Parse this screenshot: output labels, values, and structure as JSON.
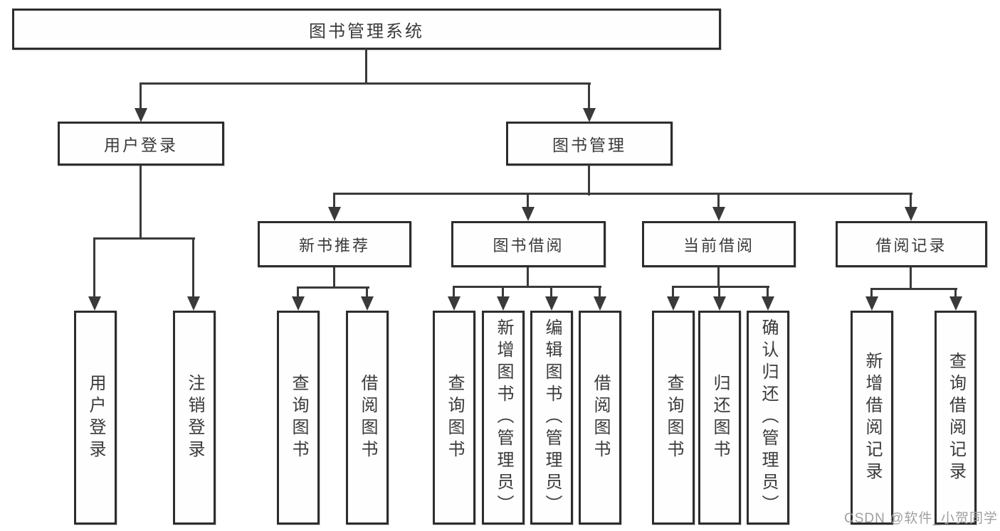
{
  "diagram": {
    "root": {
      "label": "图书管理系统"
    },
    "level2": [
      {
        "label": "用户登录",
        "parent": "图书管理系统"
      },
      {
        "label": "图书管理",
        "parent": "图书管理系统"
      }
    ],
    "level3": [
      {
        "label": "新书推荐",
        "parent": "图书管理"
      },
      {
        "label": "图书借阅",
        "parent": "图书管理"
      },
      {
        "label": "当前借阅",
        "parent": "图书管理"
      },
      {
        "label": "借阅记录",
        "parent": "图书管理"
      }
    ],
    "leaves": [
      {
        "label": "用户登录",
        "parent": "用户登录"
      },
      {
        "label": "注销登录",
        "parent": "用户登录"
      },
      {
        "label": "查询图书",
        "parent": "新书推荐"
      },
      {
        "label": "借阅图书",
        "parent": "新书推荐"
      },
      {
        "label": "查询图书",
        "parent": "图书借阅"
      },
      {
        "label": "新增图书（管理员）",
        "parent": "图书借阅"
      },
      {
        "label": "编辑图书（管理员）",
        "parent": "图书借阅"
      },
      {
        "label": "借阅图书",
        "parent": "图书借阅"
      },
      {
        "label": "查询图书",
        "parent": "当前借阅"
      },
      {
        "label": "归还图书",
        "parent": "当前借阅"
      },
      {
        "label": "确认归还（管理员）",
        "parent": "当前借阅"
      },
      {
        "label": "新增借阅记录",
        "parent": "借阅记录"
      },
      {
        "label": "查询借阅记录",
        "parent": "借阅记录"
      }
    ]
  },
  "watermark": {
    "text": "CSDN @软件_小贺同学"
  }
}
